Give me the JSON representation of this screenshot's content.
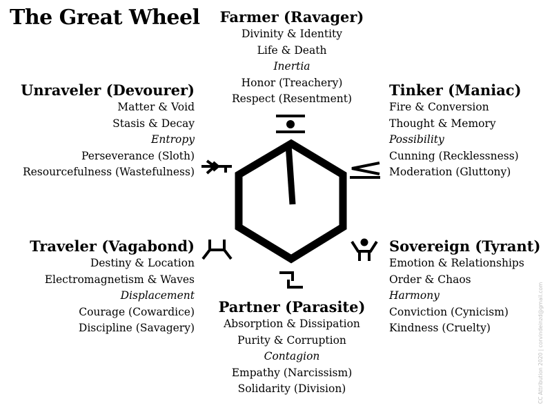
{
  "title": "The Great Wheel",
  "groups": {
    "farmer": {
      "heading": "Farmer (Ravager)",
      "lines": [
        "Divinity & Identity",
        "Life & Death",
        "Inertia",
        "Honor (Treachery)",
        "Respect (Resentment)"
      ]
    },
    "unraveler": {
      "heading": "Unraveler (Devourer)",
      "lines": [
        "Matter & Void",
        "Stasis & Decay",
        "Entropy",
        "Perseverance (Sloth)",
        "Resourcefulness (Wastefulness)"
      ]
    },
    "tinker": {
      "heading": "Tinker (Maniac)",
      "lines": [
        "Fire & Conversion",
        "Thought & Memory",
        "Possibility",
        "Cunning (Recklessness)",
        "Moderation (Gluttony)"
      ]
    },
    "traveler": {
      "heading": "Traveler (Vagabond)",
      "lines": [
        "Destiny & Location",
        "Electromagnetism & Waves",
        "Displacement",
        "Courage (Cowardice)",
        "Discipline (Savagery)"
      ]
    },
    "sovereign": {
      "heading": "Sovereign (Tyrant)",
      "lines": [
        "Emotion & Relationships",
        "Order & Chaos",
        "Harmony",
        "Conviction (Cynicism)",
        "Kindness (Cruelty)"
      ]
    },
    "partner": {
      "heading": "Partner (Parasite)",
      "lines": [
        "Absorption & Dissipation",
        "Purity & Corruption",
        "Contagion",
        "Empathy (Narcissism)",
        "Solidarity (Division)"
      ]
    }
  },
  "symbols": [
    "farmer-symbol-icon",
    "tinker-symbol-icon",
    "sovereign-symbol-icon",
    "partner-symbol-icon",
    "traveler-symbol-icon",
    "unraveler-symbol-icon"
  ],
  "credit": "CC Attribution 2020 | corvindeinzd@gmail.com"
}
